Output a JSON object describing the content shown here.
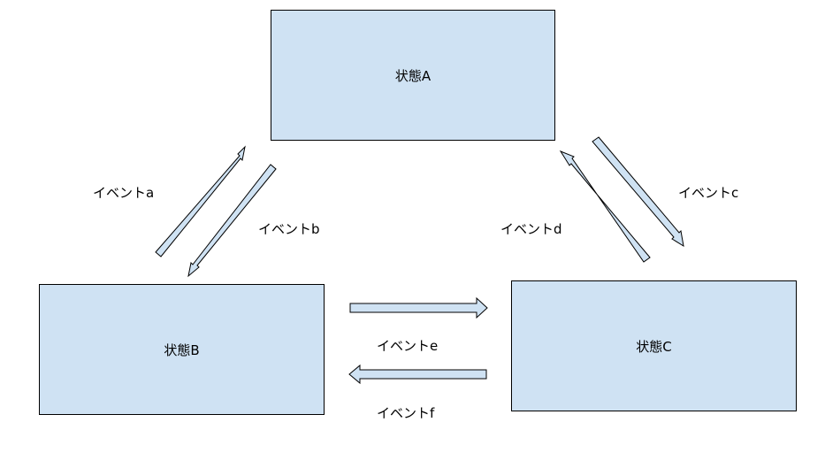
{
  "colors": {
    "fill": "#cfe2f3",
    "stroke": "#000000"
  },
  "states": {
    "a": "状態A",
    "b": "状態B",
    "c": "状態C"
  },
  "events": {
    "a": "イベントa",
    "b": "イベントb",
    "c": "イベントc",
    "d": "イベントd",
    "e": "イベントe",
    "f": "イベントf"
  }
}
